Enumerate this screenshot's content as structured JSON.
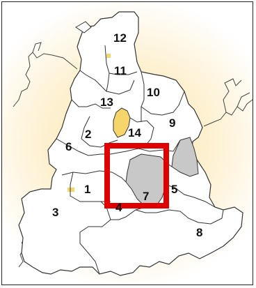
{
  "map": {
    "colors": {
      "district_fill": "#ffffff",
      "boundary": "#333333",
      "highlight_fill": "#c8c8c8",
      "yellow_area": "#f6d66b",
      "selection_frame": "#e00000",
      "background_glow": "#fbe6a8"
    },
    "districts": [
      {
        "id": "d1",
        "label": "1"
      },
      {
        "id": "d2",
        "label": "2"
      },
      {
        "id": "d3",
        "label": "3"
      },
      {
        "id": "d4",
        "label": "4"
      },
      {
        "id": "d5",
        "label": "5"
      },
      {
        "id": "d6",
        "label": "6"
      },
      {
        "id": "d7",
        "label": "7"
      },
      {
        "id": "d8",
        "label": "8"
      },
      {
        "id": "d9",
        "label": "9"
      },
      {
        "id": "d10",
        "label": "10"
      },
      {
        "id": "d11",
        "label": "11"
      },
      {
        "id": "d12",
        "label": "12"
      },
      {
        "id": "d13",
        "label": "13"
      },
      {
        "id": "d14",
        "label": "14"
      }
    ],
    "highlighted_district": "7"
  }
}
